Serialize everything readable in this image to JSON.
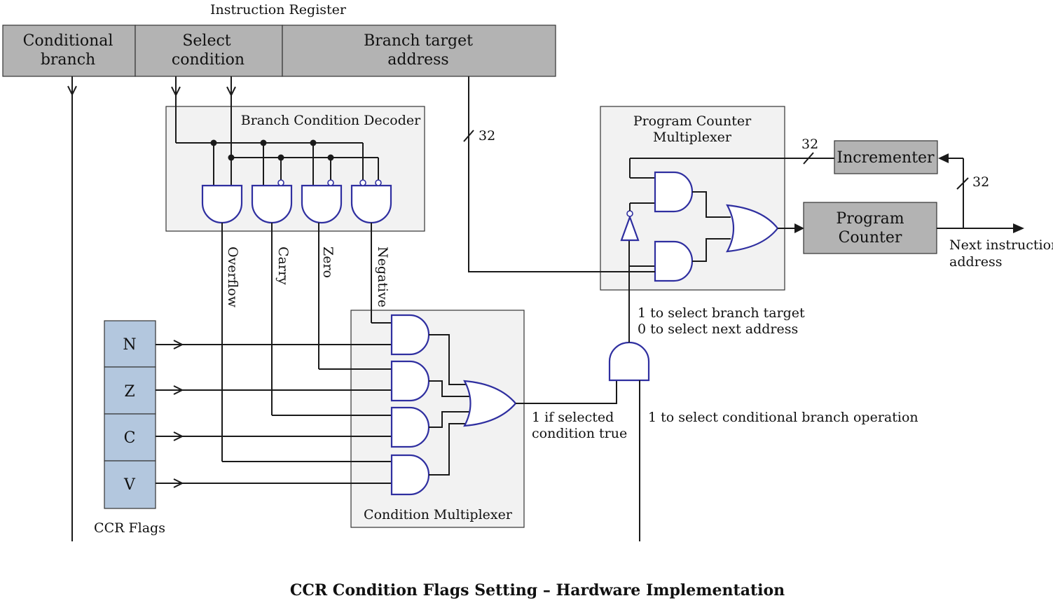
{
  "instruction_register": {
    "title": "Instruction Register",
    "fields": [
      {
        "line1": "Conditional",
        "line2": "branch"
      },
      {
        "line1": "Select",
        "line2": "condition"
      },
      {
        "line1": "Branch target",
        "line2": "address"
      }
    ]
  },
  "branch_condition_decoder": {
    "title": "Branch Condition Decoder"
  },
  "decoder_outputs": [
    "Overflow",
    "Carry",
    "Zero",
    "Negative"
  ],
  "condition_multiplexer": {
    "title": "Condition Multiplexer"
  },
  "ccr_flags": {
    "title": "CCR Flags",
    "flags": [
      "N",
      "Z",
      "C",
      "V"
    ]
  },
  "program_counter_multiplexer": {
    "line1": "Program Counter",
    "line2": "Multiplexer"
  },
  "incrementer": {
    "label": "Incrementer"
  },
  "program_counter": {
    "line1": "Program",
    "line2": "Counter"
  },
  "bus_width": "32",
  "annotations": {
    "condition_true_line1": "1 if selected",
    "condition_true_line2": "condition true",
    "select_branch_line1": "1 to select branch target",
    "select_branch_line2": "0 to select next address",
    "conditional_branch_op": "1 to select conditional branch operation",
    "next_address_line1": "Next instruction",
    "next_address_line2": "address"
  },
  "caption": "CCR Condition Flags Setting – Hardware Implementation"
}
